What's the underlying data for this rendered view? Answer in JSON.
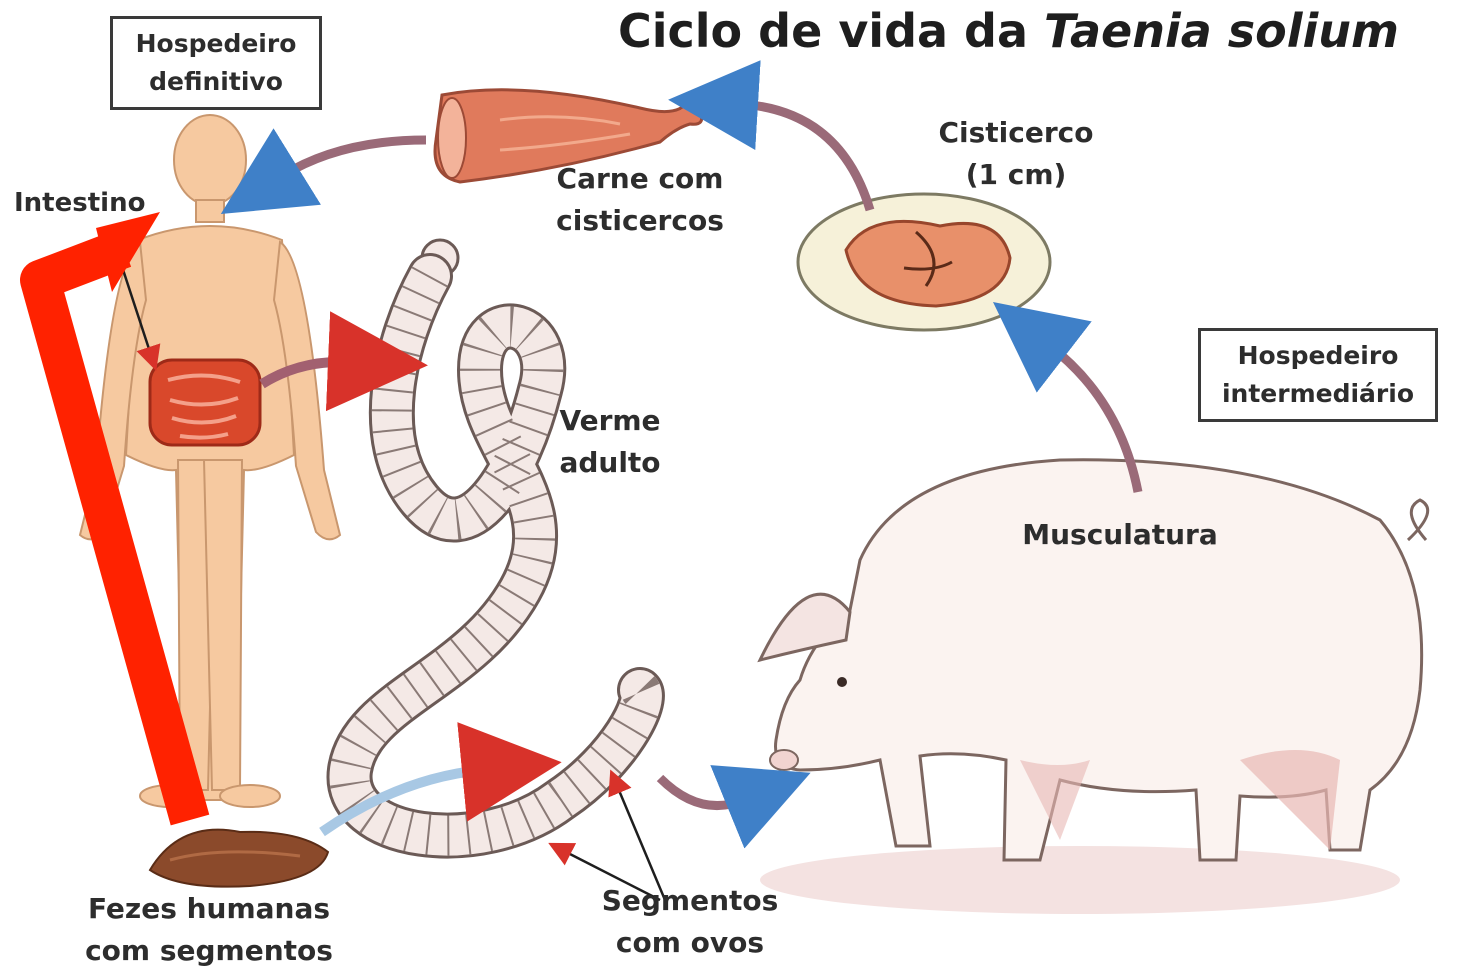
{
  "title": {
    "main": "Ciclo de vida da ",
    "italic": "Taenia solium"
  },
  "labels": {
    "definitive_host": [
      "Hospedeiro",
      "definitivo"
    ],
    "intestine": "Intestino",
    "meat": [
      "Carne com",
      "cisticercos"
    ],
    "cysticercus": [
      "Cisticerco",
      "(1 cm)"
    ],
    "intermediate_host": [
      "Hospedeiro",
      "intermediário"
    ],
    "adult_worm": [
      "Verme",
      "adulto"
    ],
    "musculature": "Musculatura",
    "human_feces": [
      "Fezes humanas",
      "com segmentos"
    ],
    "segments": [
      "Segmentos",
      "com ovos"
    ]
  },
  "colors": {
    "skin": "#f6c9a0",
    "intestine": "#d9482b",
    "meat": "#e07a5c",
    "cyst": "#e8906a",
    "pig": "#fbf3f0",
    "pig_shade": "#e8b8b4",
    "worm": "#f4e9e6",
    "feces": "#8b4a2b",
    "arrow_blue": "#3f80c8",
    "arrow_red": "#d8322a",
    "overlay_arrow": "#ff2200",
    "text": "#2d2d2d"
  }
}
